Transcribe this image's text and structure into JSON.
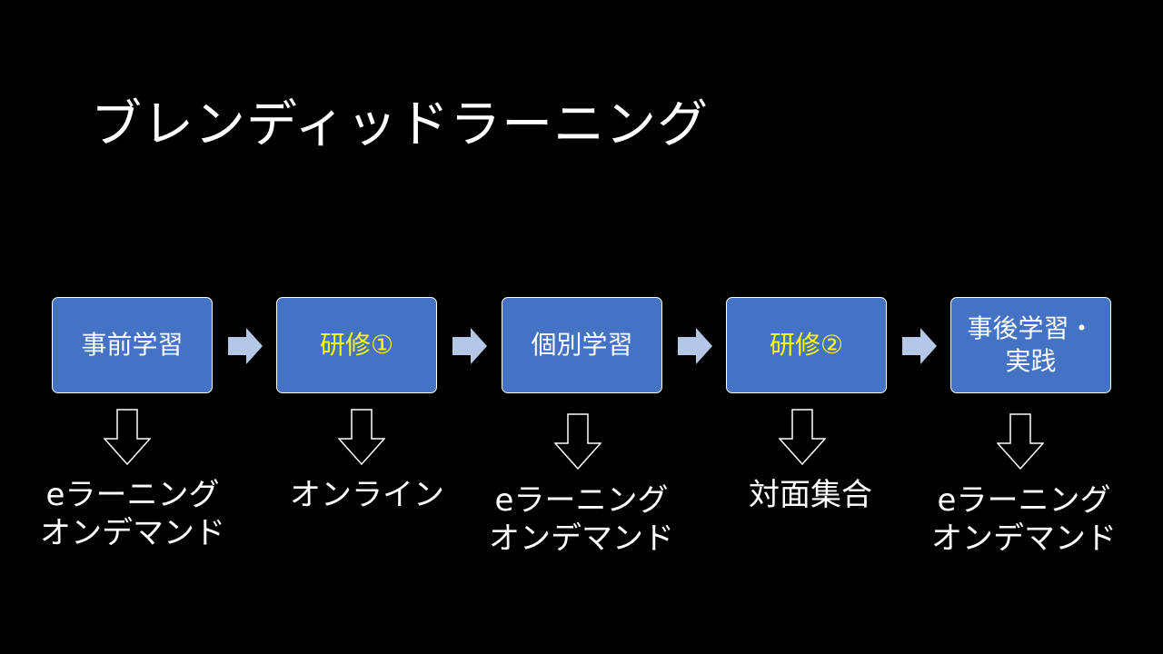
{
  "title": "ブレンディッドラーニング",
  "colors": {
    "background": "#000000",
    "box_fill": "#4472c4",
    "box_border": "#ffffff",
    "text_default": "#ffffff",
    "text_highlight": "#ffff00",
    "flow_arrow": "#b4c7e7",
    "down_arrow_stroke": "#ffffff"
  },
  "steps": [
    {
      "label": "事前学習",
      "highlight": false,
      "method": "eラーニング\nオンデマンド"
    },
    {
      "label": "研修①",
      "highlight": true,
      "method": "オンライン"
    },
    {
      "label": "個別学習",
      "highlight": false,
      "method": "eラーニング\nオンデマンド"
    },
    {
      "label": "研修②",
      "highlight": true,
      "method": "対面集合"
    },
    {
      "label": "事後学習・\n実践",
      "highlight": false,
      "method": "eラーニング\nオンデマンド"
    }
  ]
}
